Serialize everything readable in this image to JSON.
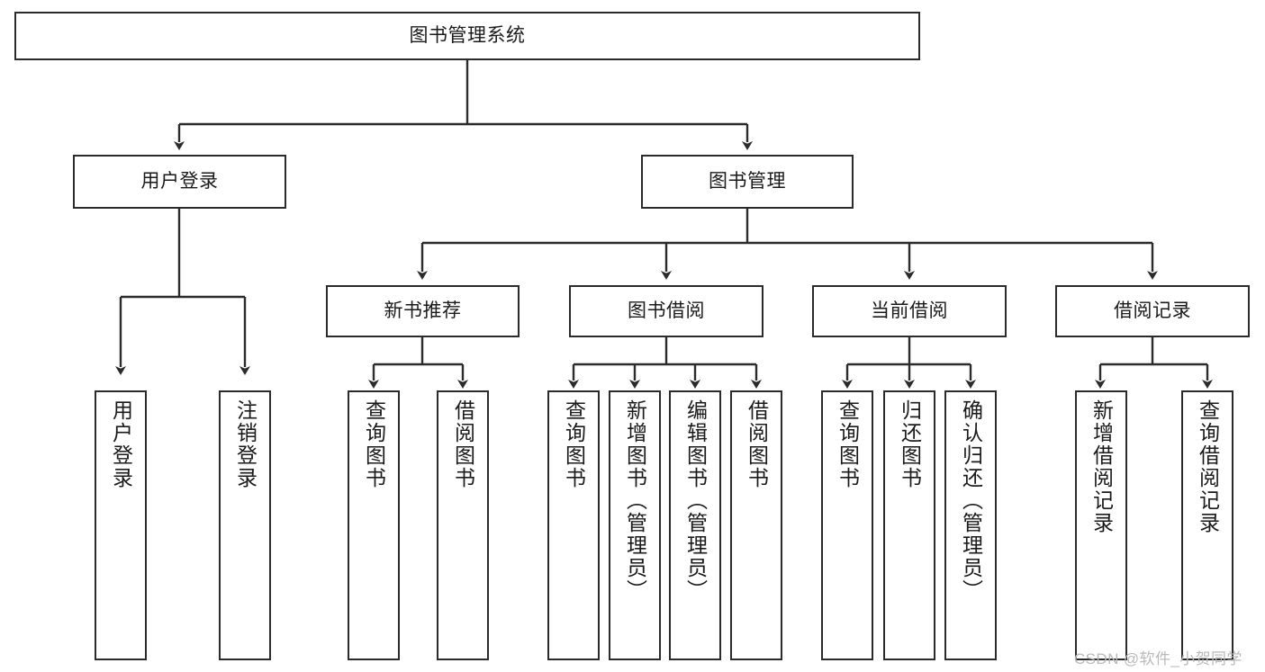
{
  "diagram": {
    "title_text": "图书管理系统",
    "watermark": "CSDN @软件_小贺同学",
    "line_color": "#2b2b2b",
    "box_fill": "#ffffff",
    "text_color": "#1a1a1a",
    "nodes": {
      "root": "图书管理系统",
      "level2": {
        "user_login": "用户登录",
        "book_manage": "图书管理"
      },
      "level3": {
        "new_book_rec": "新书推荐",
        "book_borrow": "图书借阅",
        "current_borrow": "当前借阅",
        "borrow_record": "借阅记录"
      },
      "leaves": {
        "user_login_1": "用户登录",
        "user_login_2": "注销登录",
        "new_book_rec_1": "查询图书",
        "new_book_rec_2": "借阅图书",
        "book_borrow_1": "查询图书",
        "book_borrow_2": "新增图书（管理员）",
        "book_borrow_3": "编辑图书（管理员）",
        "book_borrow_4": "借阅图书",
        "current_borrow_1": "查询图书",
        "current_borrow_2": "归还图书",
        "current_borrow_3": "确认归还（管理员）",
        "borrow_record_1": "新增借阅记录",
        "borrow_record_2": "查询借阅记录"
      }
    }
  }
}
